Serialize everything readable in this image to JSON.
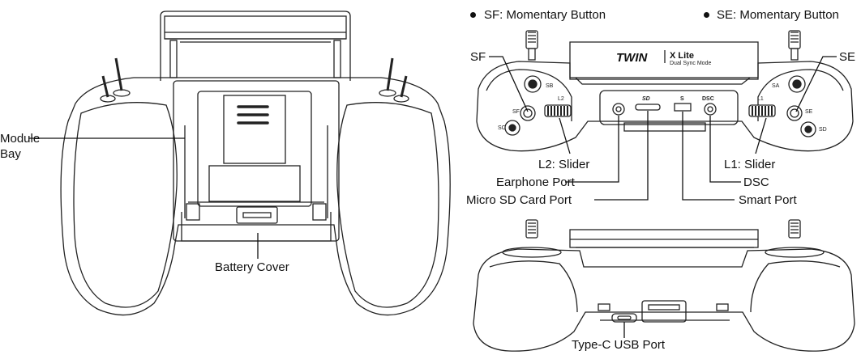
{
  "legend": {
    "sf": "SF: Momentary Button",
    "se": "SE: Momentary Button"
  },
  "labels": {
    "module_bay_line1": "Module",
    "module_bay_line2": "Bay",
    "battery_cover": "Battery Cover",
    "sf": "SF",
    "se": "SE",
    "l2_slider": "L2: Slider",
    "l1_slider": "L1: Slider",
    "earphone_port": "Earphone Port",
    "dsc": "DSC",
    "micro_sd_port": "Micro SD Card Port",
    "smart_port": "Smart Port",
    "type_c_port": "Type-C USB Port"
  },
  "device": {
    "logo": "TWIN",
    "model": "X Lite",
    "model_sub": "Dual Sync Mode",
    "port_dsc": "DSC",
    "port_sd": "SD",
    "port_s": "S",
    "switch_sb": "SB",
    "switch_sa": "SA",
    "switch_sf": "SF",
    "switch_se": "SE",
    "switch_sc": "SC",
    "switch_sd": "SD",
    "slider_l2": "L2",
    "slider_l1": "L1"
  }
}
